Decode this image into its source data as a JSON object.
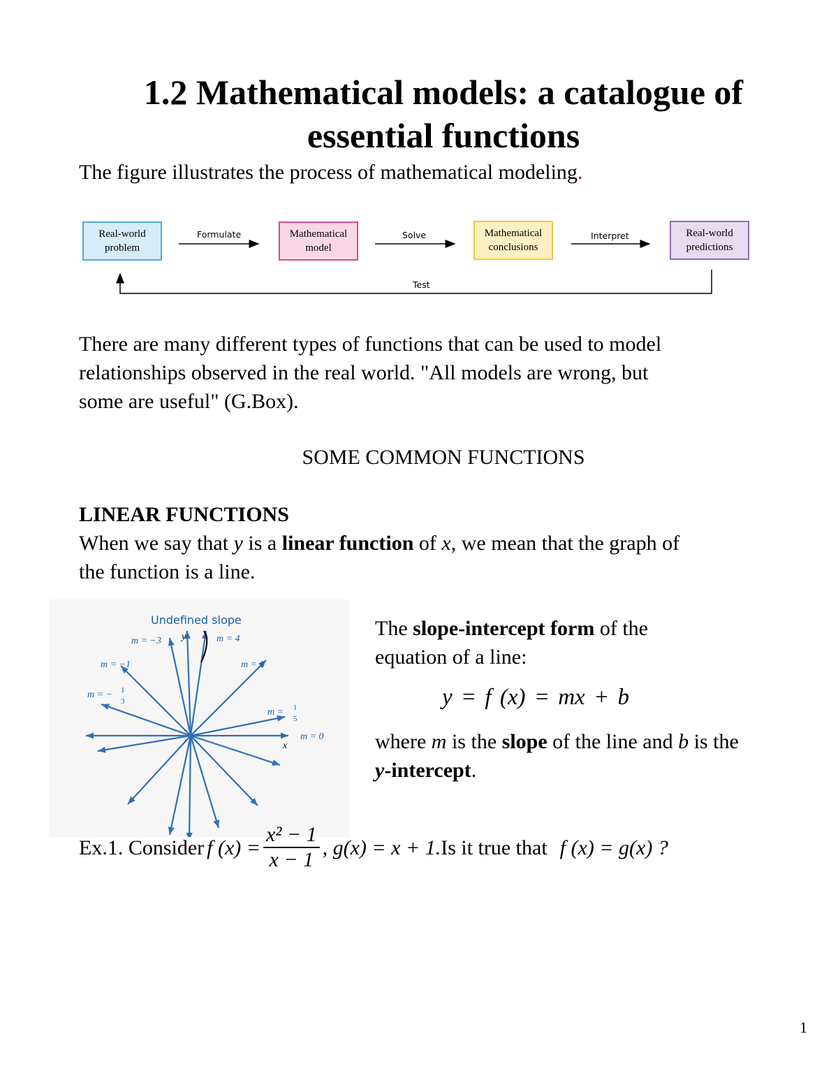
{
  "title_line1": "1.2 Mathematical models: a catalogue of",
  "title_line2": "essential functions",
  "intro": "The figure illustrates the process of mathematical modeling",
  "intro_period": ".",
  "flow": {
    "box1_l1": "Real-world",
    "box1_l2": "problem",
    "box2_l1": "Mathematical",
    "box2_l2": "model",
    "box3_l1": "Mathematical",
    "box3_l2": "conclusions",
    "box4_l1": "Real-world",
    "box4_l2": "predictions",
    "arrow1": "Formulate",
    "arrow2": "Solve",
    "arrow3": "Interpret",
    "feedback": "Test",
    "colors": {
      "blue": "#4fa8d8",
      "pink": "#d94a8c",
      "yellow": "#f2c53d",
      "purple": "#8d6bb3"
    }
  },
  "para1_l1": "There are many different types of functions that can be used to model",
  "para1_l2": "relationships observed in the real world.  \"All models are wrong, but",
  "para1_l3": "some are useful\" (G.Box).",
  "section_heading": "SOME COMMON FUNCTIONS",
  "linear_heading": "LINEAR FUNCTIONS",
  "linear_def": {
    "a": "When we say that ",
    "y": "y",
    "b": " is a ",
    "bold": "linear function",
    "c": " of ",
    "x": "x",
    "d": ", we mean that the graph of",
    "l2": "the function is a line."
  },
  "graph": {
    "title": "Undefined slope",
    "labels": {
      "m_neg3": "m = −3",
      "m_4": "m = 4",
      "m_neg1": "m = −1",
      "m_1": "m = 1",
      "m_neg13": "m = −",
      "third_n": "1",
      "third_d": "3",
      "m_15": "m = ",
      "fifth_n": "1",
      "fifth_d": "5",
      "m_0": "m = 0",
      "x_axis": "x",
      "y_axis": "y"
    },
    "color": "#2f6fb5"
  },
  "slope_form": {
    "a": "The ",
    "bold": "slope-intercept form",
    "b": " of the",
    "l2": "equation of a line:",
    "eq": "y = f (x) = mx + b",
    "w1": "where ",
    "m": "m",
    "w2": " is the ",
    "slope": "slope",
    "w3": " of the line and ",
    "b_var": "b",
    "w4": " is the",
    "yint_y": "y",
    "yint_rest": "-intercept",
    "yint_end": "."
  },
  "example": {
    "prefix": "Ex.1. Consider ",
    "f_lhs": "f (x) =",
    "num": "x² − 1",
    "den": "x − 1",
    "g_part": ", g(x) = x + 1.",
    "question": " Is it true that ",
    "q_eq": "f (x) = g(x) ?"
  },
  "page_number": "1"
}
